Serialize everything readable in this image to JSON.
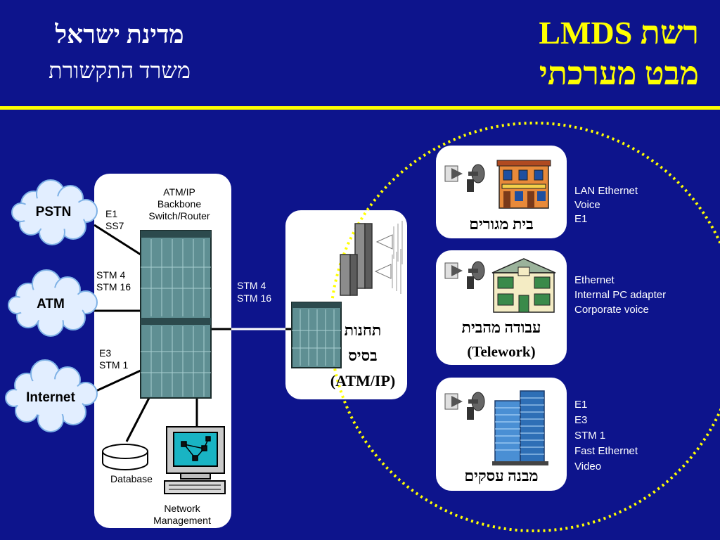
{
  "header": {
    "title_line1": "רשת LMDS",
    "title_line2": "מבט מערכתי",
    "ministry": "מדינת ישראל",
    "department": "משרד התקשורת"
  },
  "colors": {
    "background": "#0d148c",
    "title": "#ffff00",
    "rule": "#ffff00",
    "panel": "#ffffff",
    "dotted_circle": "#ffff00"
  },
  "networks": [
    {
      "name": "PSTN",
      "link_label": "E1\nSS7"
    },
    {
      "name": "ATM",
      "link_label": "STM 4\nSTM 16"
    },
    {
      "name": "Internet",
      "link_label": "E3\nSTM 1"
    }
  ],
  "backbone": {
    "label": "ATM/IP\nBackbone\nSwitch/Router",
    "database_label": "Database",
    "nms_label": "Network\nManagement",
    "uplink_label": "STM 4\nSTM 16"
  },
  "base_station": {
    "label_line1": "תחנות",
    "label_line2": "בסיס",
    "label_line3": "(ATM/IP)"
  },
  "sites": [
    {
      "name": "בית מגורים",
      "services": "LAN Ethernet\nVoice\nE1",
      "icon": "row-house-icon"
    },
    {
      "name": "עבודה מהבית",
      "subname": "(Telework)",
      "services": "Ethernet\nInternal PC adapter\nCorporate voice",
      "icon": "villa-icon"
    },
    {
      "name": "מבנה עסקים",
      "services": "E1\nE3\nSTM 1\nFast Ethernet\nVideo",
      "icon": "office-towers-icon"
    }
  ]
}
